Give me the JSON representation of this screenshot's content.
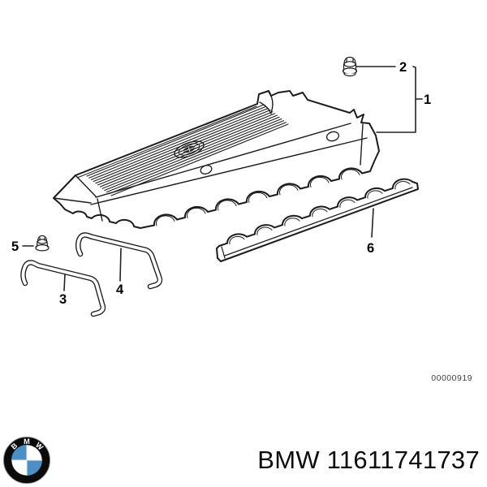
{
  "page": {
    "background_color": "#ffffff"
  },
  "diagram": {
    "type": "exploded-parts-line-drawing",
    "line_color": "#1c1c1c",
    "callouts": [
      {
        "label": "1"
      },
      {
        "label": "2"
      },
      {
        "label": "3"
      },
      {
        "label": "4"
      },
      {
        "label": "5"
      },
      {
        "label": "6"
      }
    ],
    "drawing_number": "00000919"
  },
  "footer": {
    "brand": "BMW",
    "part_number": "11611741737",
    "text_color": "#0d0d0d",
    "logo": {
      "letters": [
        "B",
        "M",
        "W"
      ],
      "ring_color": "#0b0b0b",
      "blue_color": "#4a8fc5",
      "white_color": "#ffffff"
    }
  }
}
